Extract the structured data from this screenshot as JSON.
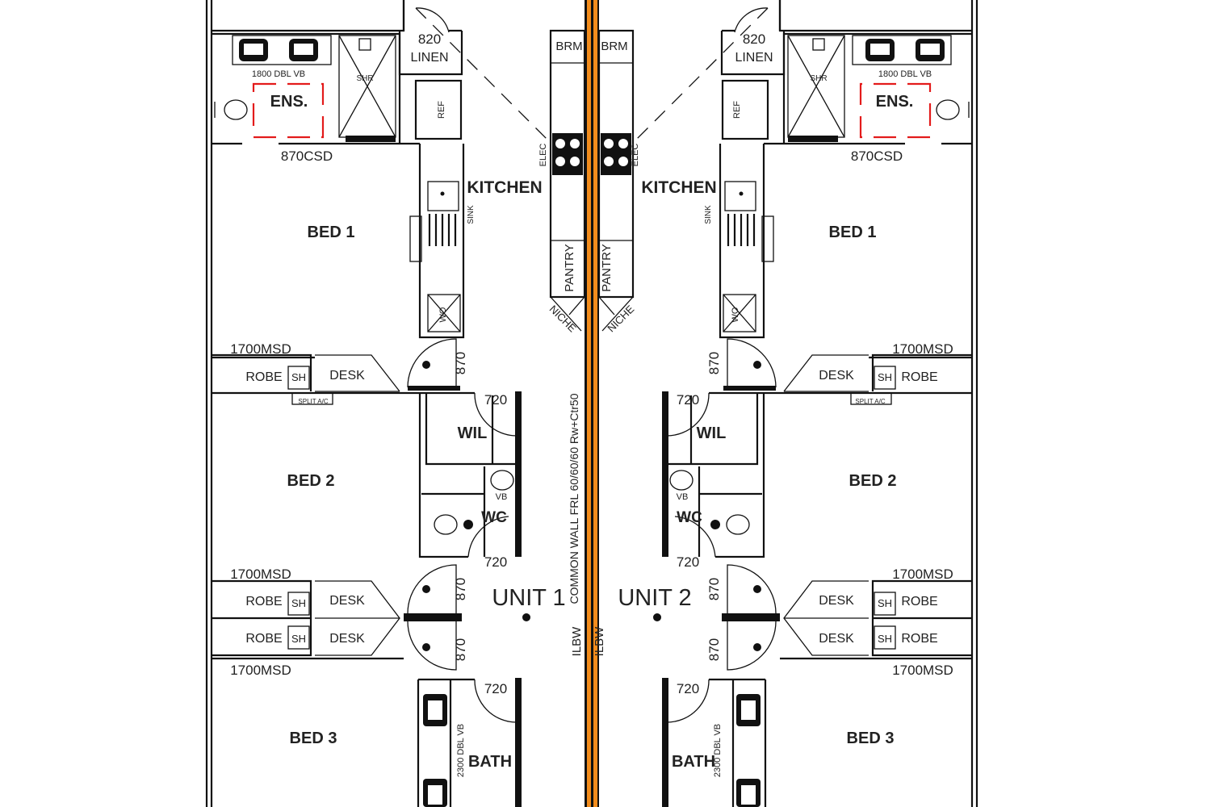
{
  "units": [
    {
      "name": "UNIT 1"
    },
    {
      "name": "UNIT 2"
    }
  ],
  "labels": {
    "ens": "ENS.",
    "vanity_ens": "1800 DBL VB",
    "shr": "SHR",
    "linen_size": "820",
    "linen": "LINEN",
    "ref": "REF",
    "elec": "ELEC",
    "brm": "BRM",
    "kitchen": "KITCHEN",
    "sink": "SINK",
    "pantry": "PANTRY",
    "niche": "NICHE",
    "wo": "WO",
    "csd": "870CSD",
    "bed1": "BED 1",
    "msd": "1700MSD",
    "robe": "ROBE",
    "sh": "SH",
    "desk": "DESK",
    "door870": "870",
    "door720": "720",
    "wil": "WIL",
    "vb": "VB",
    "wc": "WC",
    "bed2": "BED 2",
    "bed3": "BED 3",
    "bath": "BATH",
    "vanity_bath": "2300 DBL VB",
    "ilbw": "ILBW",
    "split": "SPLIT A/C"
  },
  "common_wall": "COMMON WALL FRL 60/60/60 Rw+Ctr50",
  "colors": {
    "common_wall": "#f28c1c",
    "ensuite_highlight": "#e31b1b",
    "line": "#111111"
  }
}
